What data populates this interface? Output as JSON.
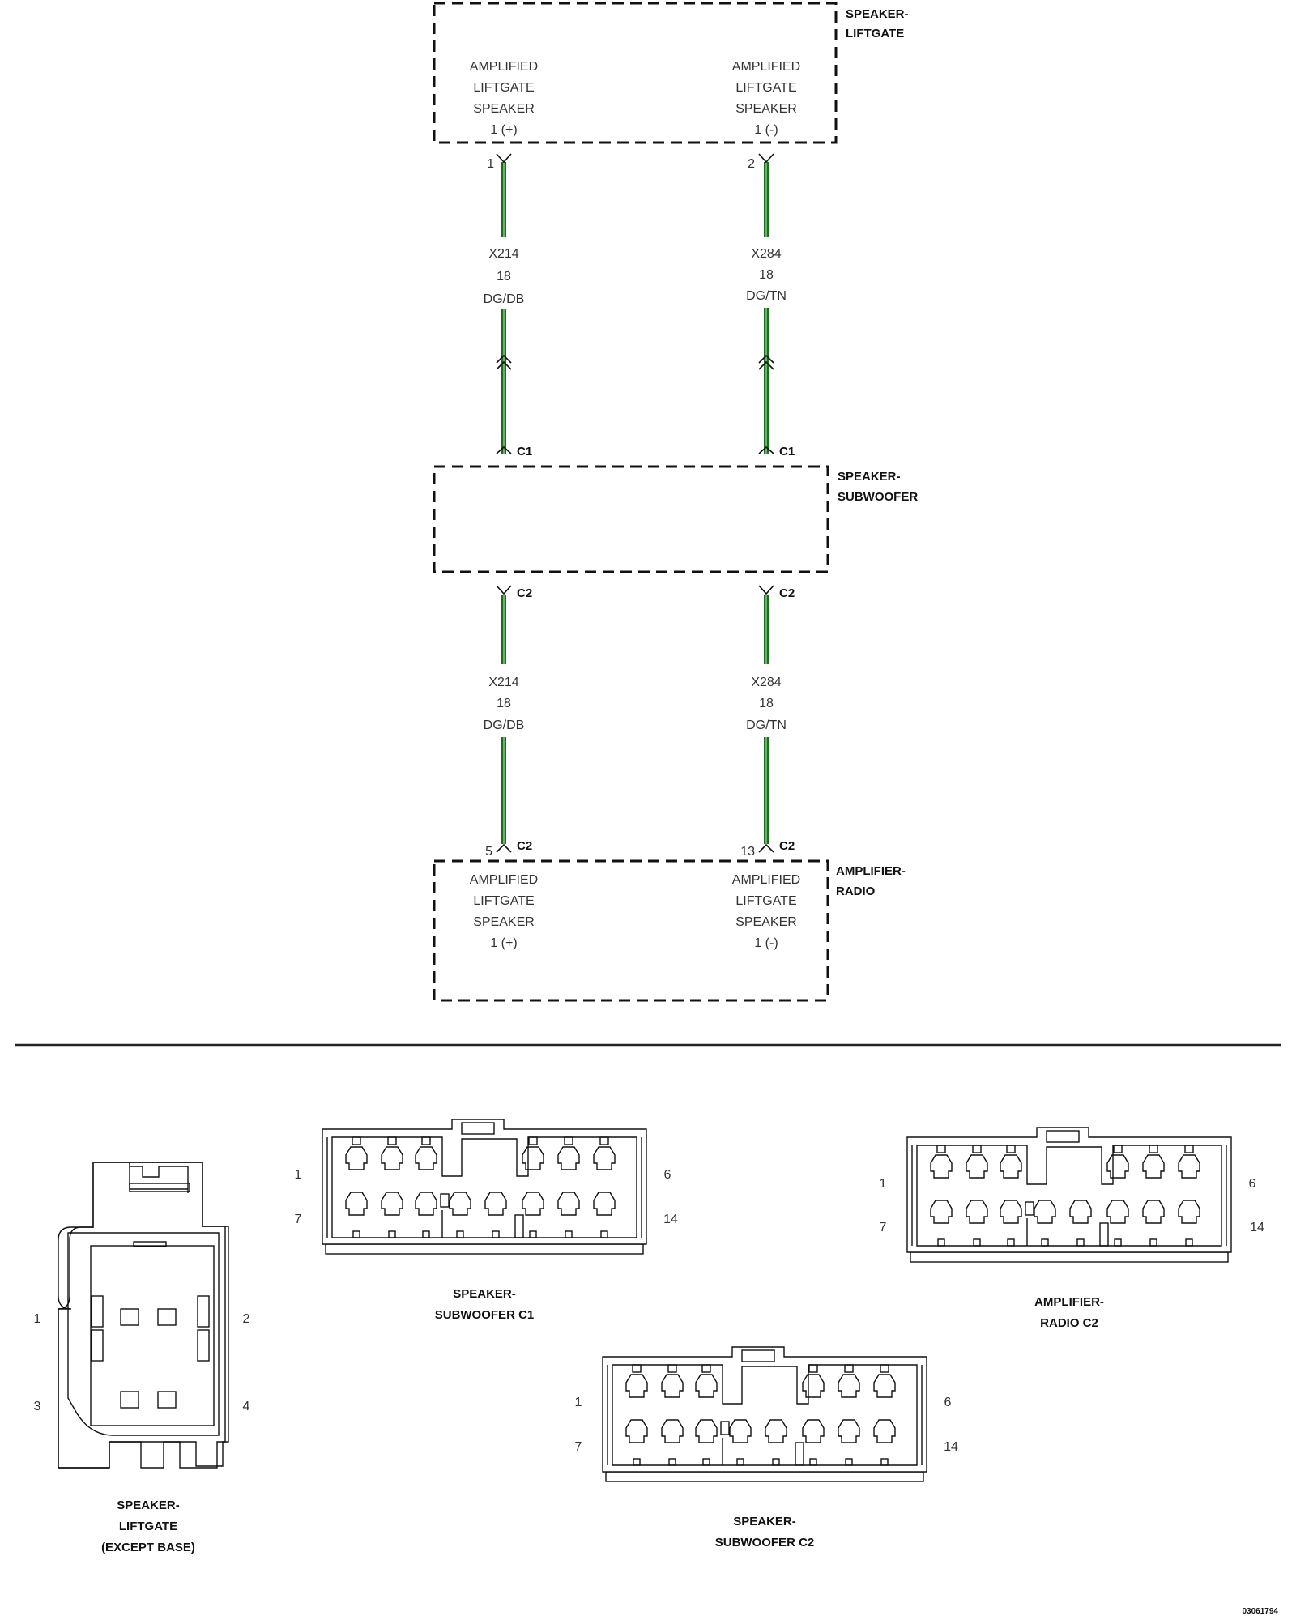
{
  "components": {
    "liftgate": {
      "name_l1": "SPEAKER-",
      "name_l2": "LIFTGATE",
      "pin1": {
        "l1": "AMPLIFIED",
        "l2": "LIFTGATE",
        "l3": "SPEAKER",
        "l4": "1 (+)",
        "cavity": "1"
      },
      "pin2": {
        "l1": "AMPLIFIED",
        "l2": "LIFTGATE",
        "l3": "SPEAKER",
        "l4": "1 (-)",
        "cavity": "2"
      }
    },
    "subwoofer": {
      "name_l1": "SPEAKER-",
      "name_l2": "SUBWOOFER",
      "conn_top_left": "C1",
      "conn_top_right": "C1",
      "conn_bot_left": "C2",
      "conn_bot_right": "C2"
    },
    "amplifier": {
      "name_l1": "AMPLIFIER-",
      "name_l2": "RADIO",
      "conn_left": "C2",
      "conn_right": "C2",
      "pin_left": {
        "l1": "AMPLIFIED",
        "l2": "LIFTGATE",
        "l3": "SPEAKER",
        "l4": "1 (+)",
        "cavity": "5"
      },
      "pin_right": {
        "l1": "AMPLIFIED",
        "l2": "LIFTGATE",
        "l3": "SPEAKER",
        "l4": "1 (-)",
        "cavity": "13"
      }
    }
  },
  "wires": {
    "upper_left": {
      "circuit": "X214",
      "gauge": "18",
      "color": "DG/DB"
    },
    "upper_right": {
      "circuit": "X284",
      "gauge": "18",
      "color": "DG/TN"
    },
    "lower_left": {
      "circuit": "X214",
      "gauge": "18",
      "color": "DG/DB"
    },
    "lower_right": {
      "circuit": "X284",
      "gauge": "18",
      "color": "DG/TN"
    }
  },
  "connector_views": {
    "liftgate": {
      "l1": "SPEAKER-",
      "l2": "LIFTGATE",
      "l3": "(EXCEPT BASE)",
      "pins": {
        "p1": "1",
        "p2": "2",
        "p3": "3",
        "p4": "4"
      }
    },
    "sub_c1": {
      "l1": "SPEAKER-",
      "l2": "SUBWOOFER C1",
      "pins": {
        "p1": "1",
        "p6": "6",
        "p7": "7",
        "p14": "14"
      }
    },
    "amp_c2": {
      "l1": "AMPLIFIER-",
      "l2": "RADIO C2",
      "pins": {
        "p1": "1",
        "p6": "6",
        "p7": "7",
        "p14": "14"
      }
    },
    "sub_c2": {
      "l1": "SPEAKER-",
      "l2": "SUBWOOFER C2",
      "pins": {
        "p1": "1",
        "p6": "6",
        "p7": "7",
        "p14": "14"
      }
    }
  },
  "figure_number": "03061794",
  "colors": {
    "wire_outer": "#1e6b1e",
    "wire_inner": "#79c97d",
    "line": "#111111"
  }
}
